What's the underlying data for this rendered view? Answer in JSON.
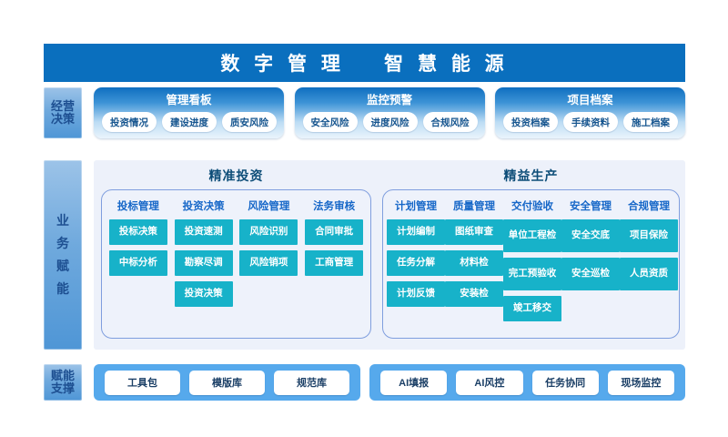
{
  "banner": {
    "title": "数 字 管 理    智 慧 能 源"
  },
  "decision": {
    "label_chars": [
      "经营",
      "决策"
    ],
    "cards": [
      {
        "title": "管理看板",
        "items": [
          "投资情况",
          "建设进度",
          "质安风险"
        ]
      },
      {
        "title": "监控预警",
        "items": [
          "安全风险",
          "进度风险",
          "合规风险"
        ]
      },
      {
        "title": "项目档案",
        "items": [
          "投资档案",
          "手续资料",
          "施工档案"
        ]
      }
    ]
  },
  "capability": {
    "label_chars": [
      "业",
      "务",
      "赋",
      "能"
    ],
    "groups": [
      {
        "title": "精准投资",
        "columns": [
          {
            "head": "投标管理",
            "tiles": [
              "投标决策",
              "中标分析"
            ]
          },
          {
            "head": "投资决策",
            "tiles": [
              "投资速测",
              "勘察尽调",
              "投资决策"
            ]
          },
          {
            "head": "风险管理",
            "tiles": [
              "风险识别",
              "风险销项"
            ]
          },
          {
            "head": "法务审核",
            "tiles": [
              "合同审批",
              "工商管理"
            ]
          }
        ]
      },
      {
        "title": "精益生产",
        "columns": [
          {
            "head": "计划管理",
            "tiles": [
              "计划编制",
              "任务分解",
              "计划反馈"
            ]
          },
          {
            "head": "质量管理",
            "tiles": [
              "图纸审查",
              "材料检",
              "安装检"
            ]
          },
          {
            "head": "交付验收",
            "tiles": [
              "单位工程检",
              "完工预验收",
              "竣工移交"
            ]
          },
          {
            "head": "安全管理",
            "tiles": [
              "安全交底",
              "安全巡检"
            ]
          },
          {
            "head": "合规管理",
            "tiles": [
              "项目保险",
              "人员资质"
            ]
          }
        ]
      }
    ]
  },
  "support": {
    "label_chars": [
      "赋能",
      "支撑"
    ],
    "groups": [
      {
        "buttons": [
          "工具包",
          "模版库",
          "规范库"
        ]
      },
      {
        "buttons": [
          "AI填报",
          "AI风控",
          "任务协同",
          "现场监控"
        ]
      }
    ]
  },
  "colors": {
    "banner_blue": "#0a6fbe",
    "tile_teal": "#17b2c9",
    "panel_bg": "#edf1fa",
    "support_blue": "#56a9ec",
    "heading_navy": "#0d4d78",
    "column_blue": "#1667c8"
  }
}
